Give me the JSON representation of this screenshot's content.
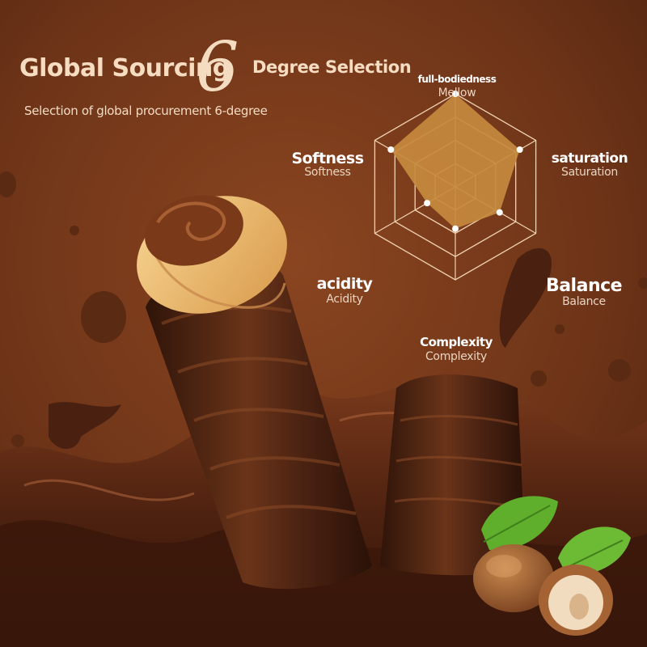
{
  "header": {
    "title_left": "Global Sourcing",
    "title_numeral": "6",
    "title_right": "Degree Selection",
    "subtitle": "Selection of global procurement 6-degree"
  },
  "colors": {
    "background": "#6e3418",
    "radar_fill": "#c78a3e",
    "grid_line": "#f0d3b2",
    "chocolate": "#4a2212",
    "wafer": "#f1c37a",
    "leaf": "#5fae2c"
  },
  "chart_data": {
    "type": "radar",
    "axes": [
      {
        "label": "full-bodiedness",
        "sub": "Mellow",
        "value": 1.0
      },
      {
        "label": "saturation",
        "sub": "Saturation",
        "value": 0.8
      },
      {
        "label": "Balance",
        "sub": "Balance",
        "value": 0.55
      },
      {
        "label": "Complexity",
        "sub": "Complexity",
        "value": 0.45
      },
      {
        "label": "acidity",
        "sub": "Acidity",
        "value": 0.35
      },
      {
        "label": "Softness",
        "sub": "Softness",
        "value": 0.8
      }
    ],
    "levels": 4,
    "range": [
      0,
      1
    ],
    "grid": true,
    "legend": "none"
  },
  "illustration": {
    "subject": [
      "chocolate-wafer-roll",
      "chocolate-splash",
      "hazelnuts"
    ]
  }
}
